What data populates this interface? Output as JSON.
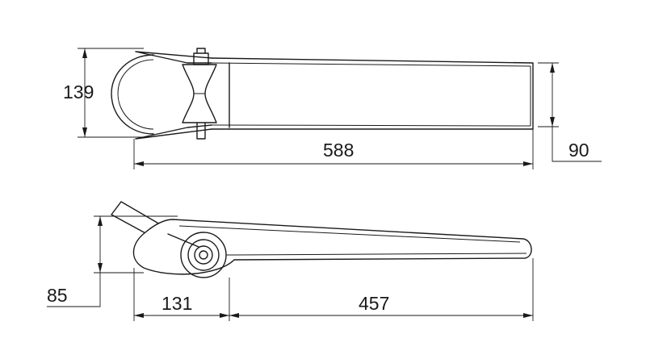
{
  "dimensions": {
    "top_height": "139",
    "top_length": "588",
    "top_width": "90",
    "side_height": "85",
    "side_front": "131",
    "side_rear": "457"
  },
  "colors": {
    "line": "#1a1a1a",
    "background": "#ffffff"
  }
}
